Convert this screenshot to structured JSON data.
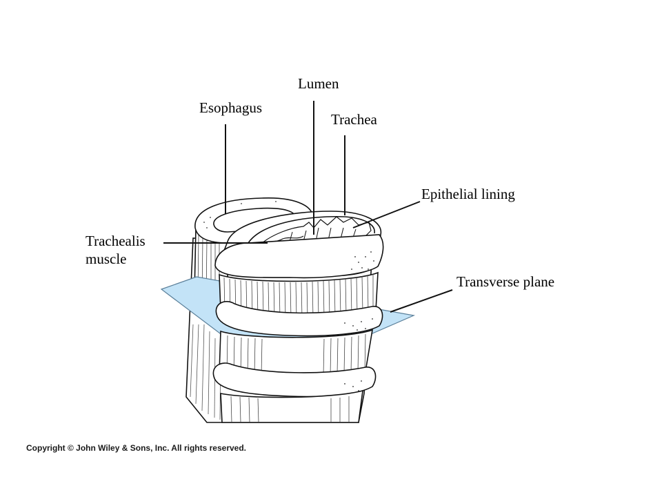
{
  "labels": {
    "esophagus": "Esophagus",
    "lumen": "Lumen",
    "trachea": "Trachea",
    "epithelial_lining": "Epithelial lining",
    "trachealis_line1": "Trachealis",
    "trachealis_line2": "muscle",
    "transverse_plane": "Transverse plane"
  },
  "copyright": "Copyright © John Wiley & Sons, Inc. All rights reserved.",
  "colors": {
    "plane_fill": "#c3e3f7",
    "plane_stroke": "#5a7f99",
    "ink": "#111111"
  }
}
